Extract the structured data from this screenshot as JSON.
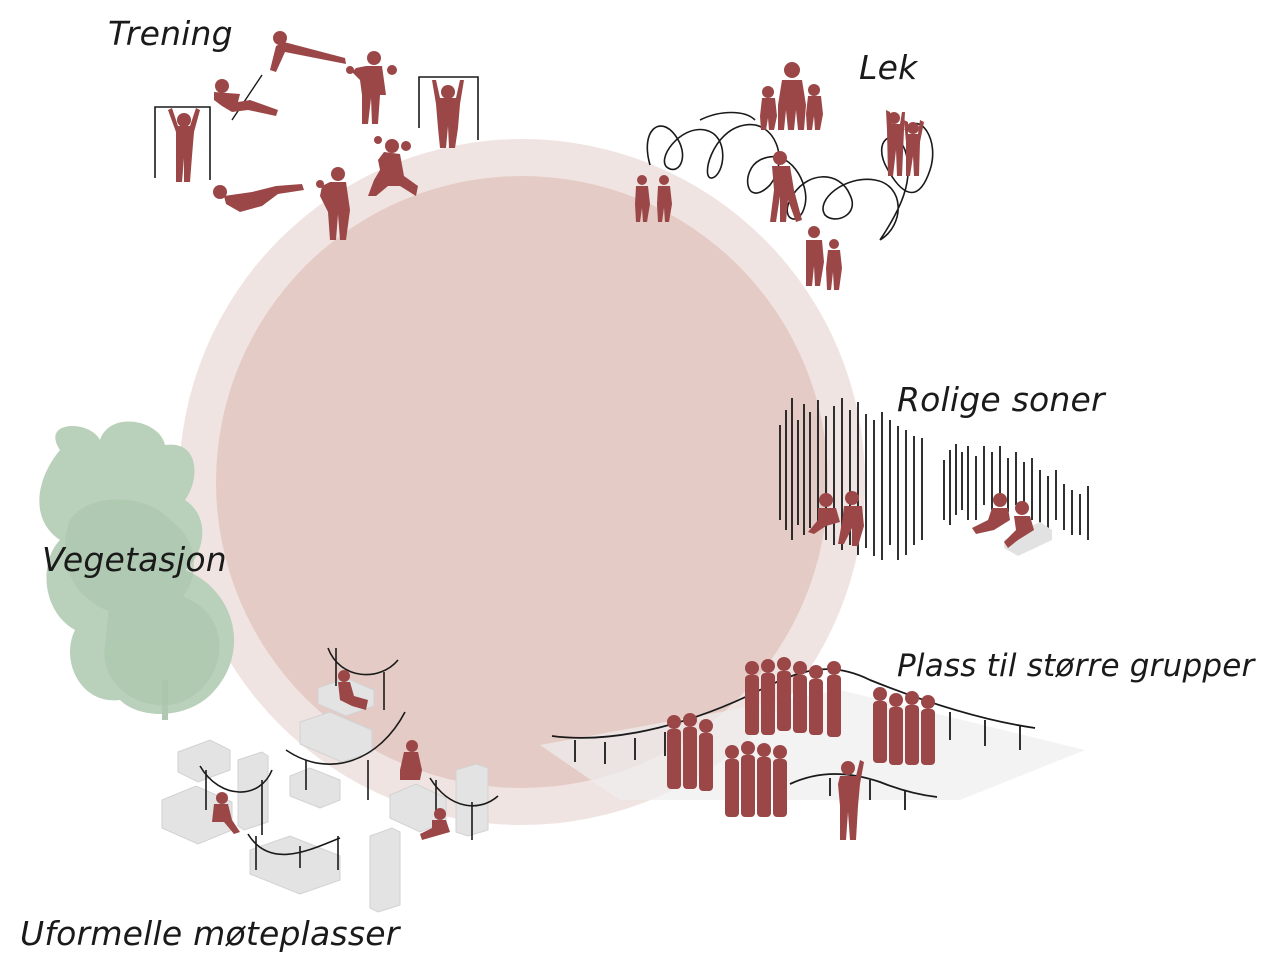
{
  "labels": {
    "trening": "Trening",
    "lek": "Lek",
    "rolige_soner": "Rolige soner",
    "vegetasjon": "Vegetasjon",
    "grupper": "Plass til større grupper",
    "moteplasser": "Uformelle møteplasser"
  },
  "colors": {
    "figure": "#9b4747",
    "ring_outer": "#f0e4e2",
    "ring_inner": "#e5cbc5",
    "tree": "#b9d0bb",
    "bench": "#e2e2e2",
    "line": "#1a1a1a"
  }
}
